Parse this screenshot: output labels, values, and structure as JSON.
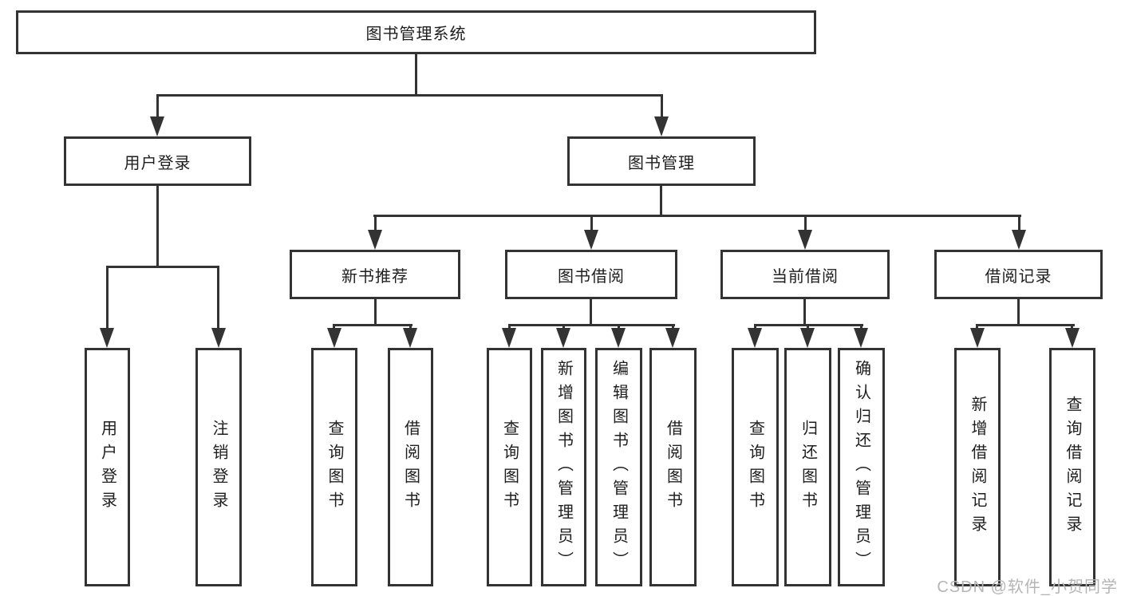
{
  "diagram": {
    "type": "hierarchy-tree",
    "tree": {
      "label": "图书管理系统",
      "children": [
        {
          "label": "用户登录",
          "children": [
            {
              "label": "用户登录"
            },
            {
              "label": "注销登录"
            }
          ]
        },
        {
          "label": "图书管理",
          "children": [
            {
              "label": "新书推荐",
              "children": [
                {
                  "label": "查询图书"
                },
                {
                  "label": "借阅图书"
                }
              ]
            },
            {
              "label": "图书借阅",
              "children": [
                {
                  "label": "查询图书"
                },
                {
                  "label": "新增图书（管理员）"
                },
                {
                  "label": "编辑图书（管理员）"
                },
                {
                  "label": "借阅图书"
                }
              ]
            },
            {
              "label": "当前借阅",
              "children": [
                {
                  "label": "查询图书"
                },
                {
                  "label": "归还图书"
                },
                {
                  "label": "确认归还（管理员）"
                }
              ]
            },
            {
              "label": "借阅记录",
              "children": [
                {
                  "label": "新增借阅记录"
                },
                {
                  "label": "查询借阅记录"
                }
              ]
            }
          ]
        }
      ]
    },
    "colors": {
      "line": "#333333",
      "box_border": "#333333",
      "box_background": "#ffffff",
      "text": "#1e1e1e"
    }
  },
  "watermark": {
    "text": "CSDN @软件_小贺同学",
    "color": "#b5b5b5"
  }
}
